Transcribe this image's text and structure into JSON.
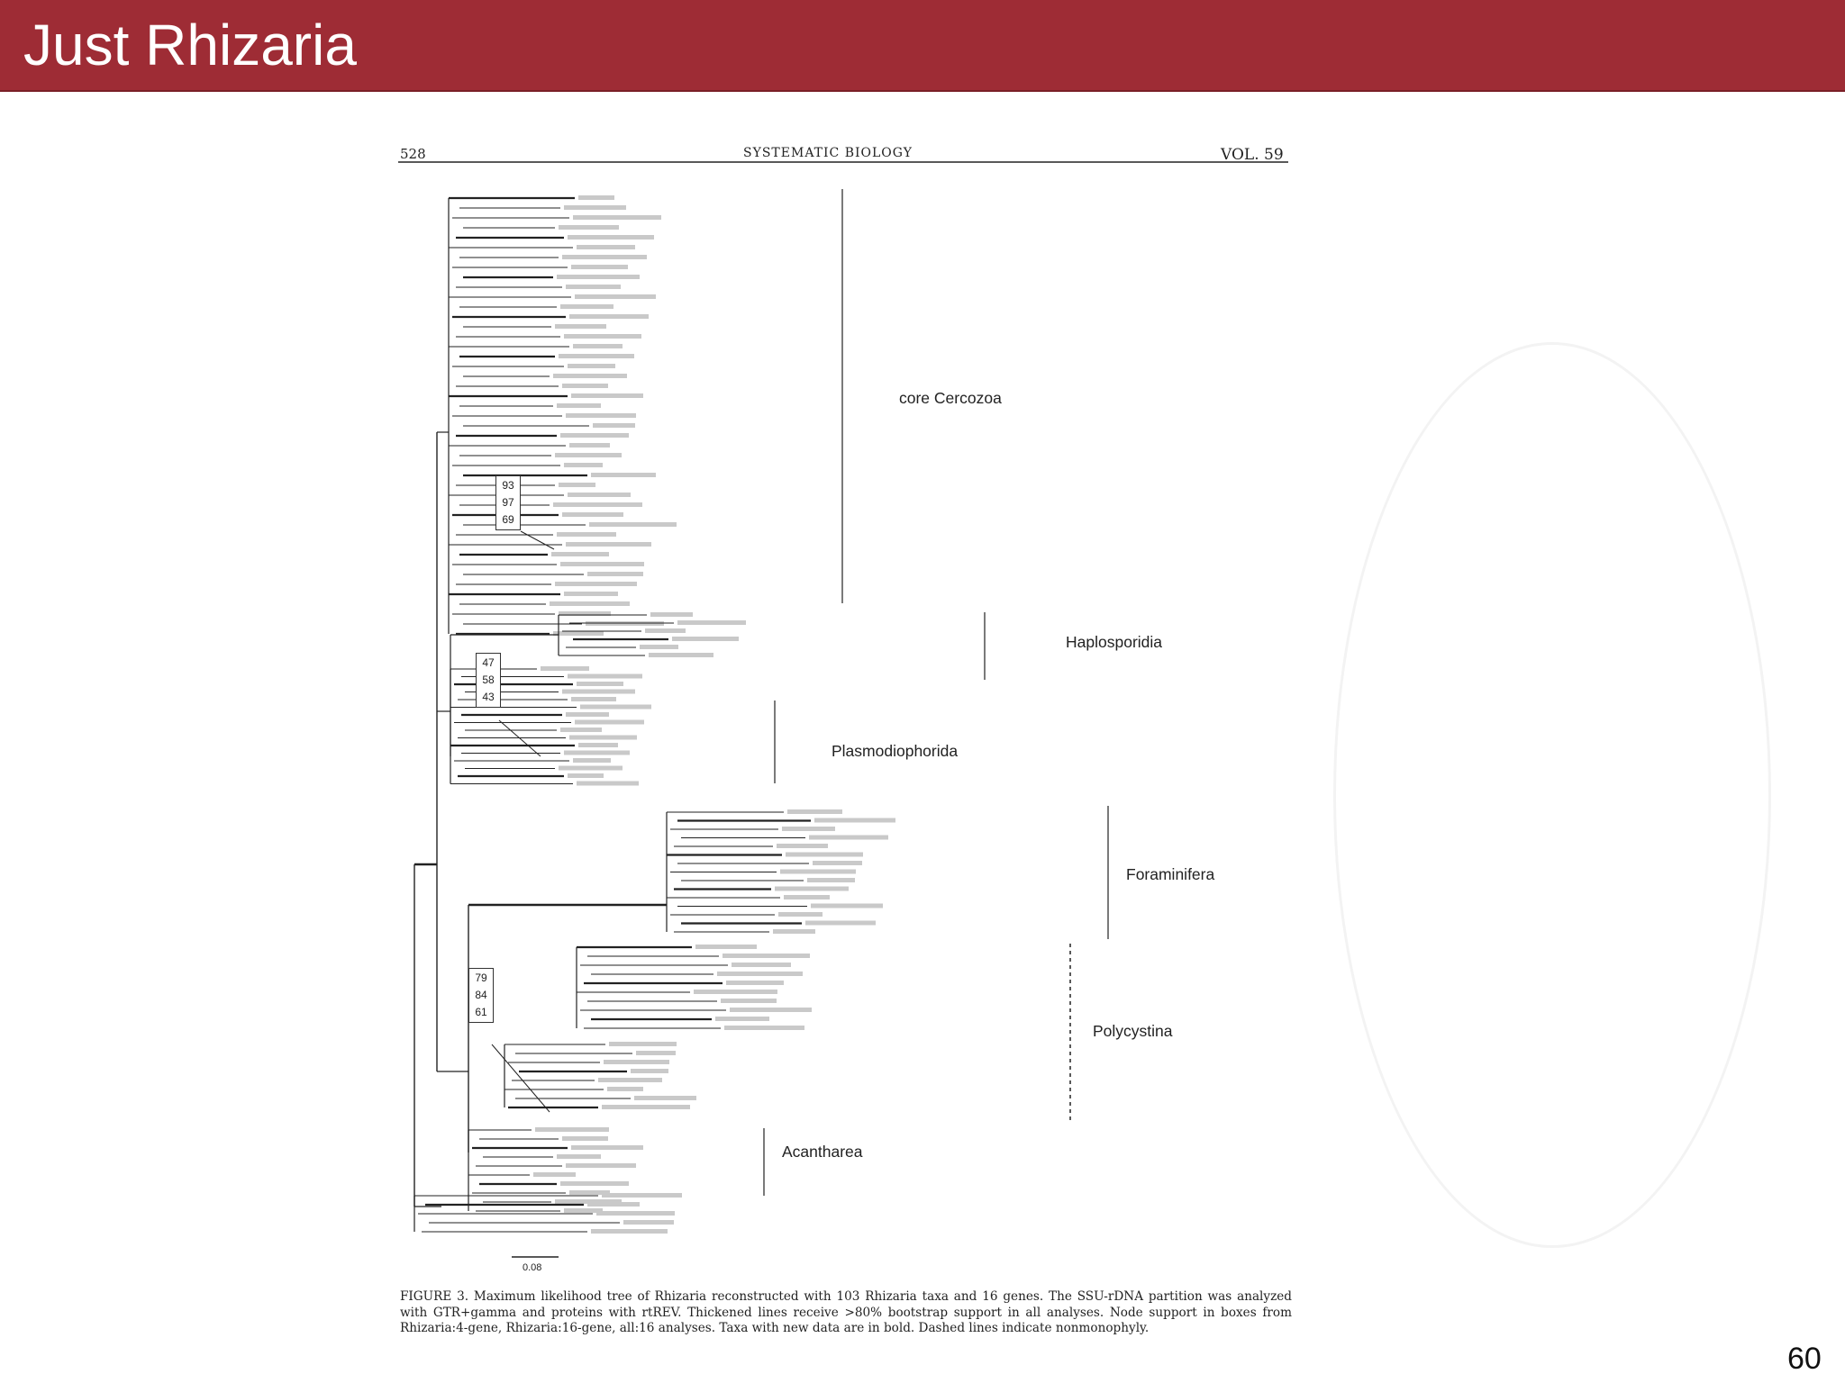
{
  "slide": {
    "title": "Just Rhizaria",
    "number": "60"
  },
  "figure": {
    "page_number": "528",
    "journal": "SYSTEMATIC BIOLOGY",
    "volume": "VOL. 59",
    "clades": {
      "core_cercozoa": "core Cercozoa",
      "haplosporidia": "Haplosporidia",
      "plasmodiophorida": "Plasmodiophorida",
      "foraminifera": "Foraminifera",
      "polycystina": "Polycystina",
      "acantharea": "Acantharea"
    },
    "support_boxes": [
      [
        "93",
        "97",
        "69"
      ],
      [
        "47",
        "58",
        "43"
      ],
      [
        "79",
        "84",
        "61"
      ]
    ],
    "scale_bar": "0.08",
    "caption": "FIGURE 3. Maximum likelihood tree of Rhizaria reconstructed with 103 Rhizaria taxa and 16 genes. The SSU-rDNA partition was analyzed with GTR+gamma and proteins with rtREV. Thickened lines receive >80% bootstrap support in all analyses. Node support in boxes from Rhizaria:4-gene, Rhizaria:16-gene, all:16 analyses. Taxa with new data are in bold. Dashed lines indicate nonmonophyly."
  }
}
